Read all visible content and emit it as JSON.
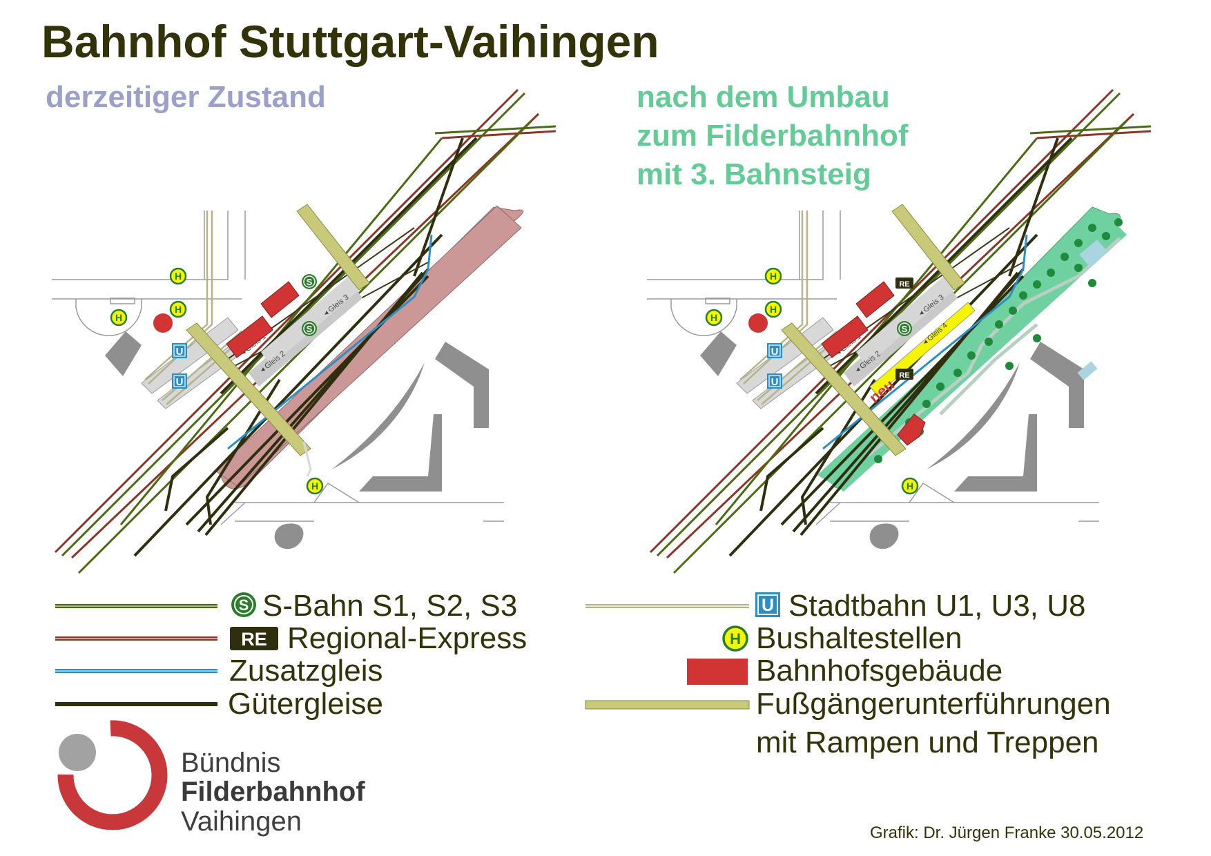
{
  "title": "Bahnhof Stuttgart-Vaihingen",
  "left_panel": {
    "heading": "derzeitiger Zustand"
  },
  "right_panel": {
    "heading_lines": [
      "nach dem Umbau",
      "zum Filderbahnhof",
      "mit 3. Bahnsteig"
    ]
  },
  "map_labels": {
    "gleis1": "Gleis 1",
    "gleis2": "Gleis 2",
    "gleis3": "Gleis 3",
    "gleis4": "Gleis 4",
    "neu": "neu",
    "re_badge": "RE",
    "s_badge": "S",
    "u_badge": "U",
    "h_badge": "H"
  },
  "legend": {
    "sbahn": "S-Bahn S1, S2, S3",
    "re": "Regional-Express",
    "zusatz": "Zusatzgleis",
    "gueter": "Gütergleise",
    "stadtbahn": "Stadtbahn U1, U3, U8",
    "bus": "Bushaltestellen",
    "gebaeude": "Bahnhofsgebäude",
    "fuss1": "Fußgängerunterführungen",
    "fuss2": "mit Rampen und Treppen"
  },
  "logo": {
    "line1": "Bündnis",
    "line2": "Filderbahnhof",
    "line3": "Vaihingen"
  },
  "credit": "Grafik:  Dr. Jürgen Franke    30.05.2012",
  "colors": {
    "title": "#33330a",
    "left_heading": "#9d9fcb",
    "right_heading": "#63cb96",
    "sbahn": "#4b6b13",
    "regional_express": "#8c3426",
    "zusatzgleis": "#2a8fc4",
    "gueter": "#2f2f0f",
    "stadtbahn": "#b5b387",
    "building": "#d23434",
    "underpass": "#c9c97a",
    "park": "#6fd0a0",
    "logo_red": "#c8383a",
    "logo_grey": "#a2a2a2"
  }
}
